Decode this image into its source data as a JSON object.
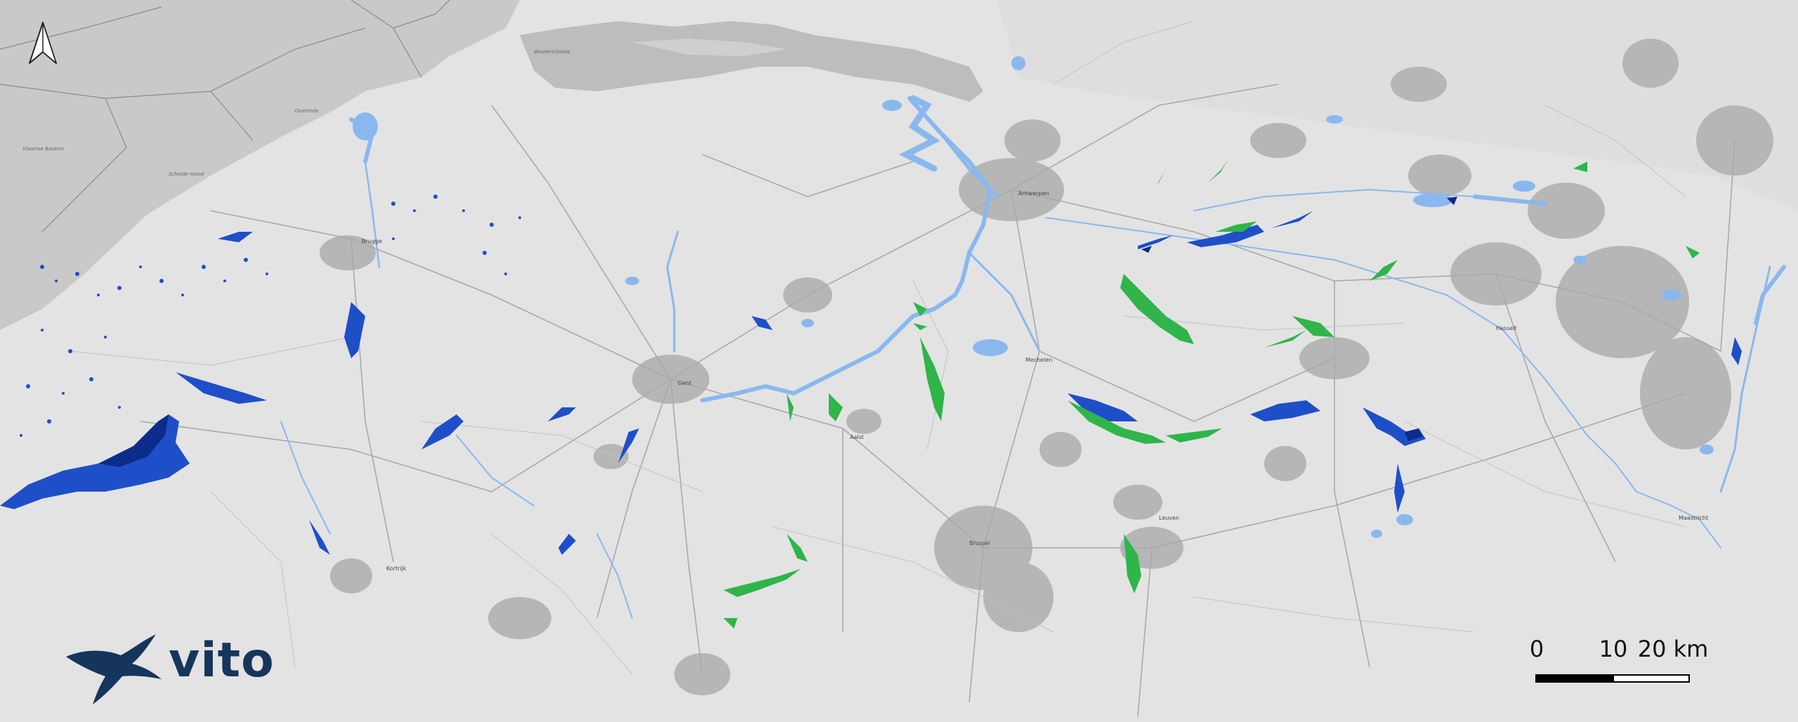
{
  "map": {
    "colors": {
      "land": "#e3e3e3",
      "sea": "#c9c9c9",
      "urban": "#b4b4b4",
      "road": "#a6a6a6",
      "water_light": "#8ab8ee",
      "flood_dark_blue": "#1f4fc8",
      "flood_navy": "#0b2c8a",
      "flood_green": "#2fb54a"
    },
    "icons": {
      "north_arrow": "north-arrow-icon",
      "logo_mark": "vito-bird-icon"
    }
  },
  "labels": {
    "sea_zone_1": "Vlaamse Banken",
    "sea_zone_2": "Schelde-mond",
    "sea_zone_3": "Oostende",
    "estuary": "Westerschelde",
    "city_1": "Brugge",
    "city_2": "Gent",
    "city_3": "Antwerpen",
    "city_4": "Brussel",
    "city_5": "Leuven",
    "city_6": "Hasselt",
    "city_7": "Kortrijk",
    "city_8": "Maastricht",
    "city_9": "Mechelen",
    "city_10": "Aalst"
  },
  "logo": {
    "name": "vito"
  },
  "scale_bar": {
    "labels": [
      "0",
      "10",
      "20 km"
    ]
  }
}
